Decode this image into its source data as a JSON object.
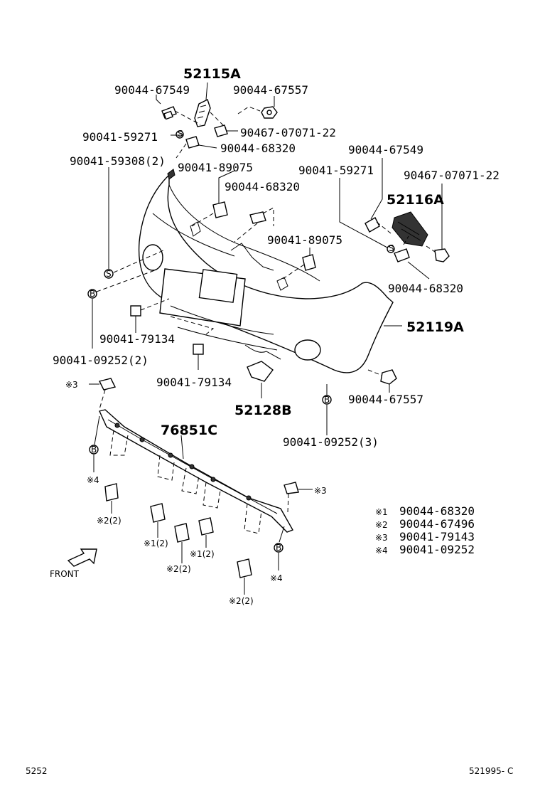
{
  "part_labels": {
    "p52115A": "52115A",
    "p9004467549_a": "90044-67549",
    "p9004467557_a": "90044-67557",
    "p9004159271_a": "90041-59271",
    "p9046707071_a": "90467-07071-22",
    "p9004468320_a": "90044-68320",
    "p9004159308": "90041-59308(2)",
    "p9004189075_a": "90041-89075",
    "p9004468320_b": "90044-68320",
    "p9004467549_b": "90044-67549",
    "p9004159271_b": "90041-59271",
    "p9046707071_b": "90467-07071-22",
    "p52116A": "52116A",
    "p9004189075_b": "90041-89075",
    "p9004468320_c": "90044-68320",
    "p52119A": "52119A",
    "p9004179134_a": "90041-79134",
    "p9004109252_a": "90041-09252(2)",
    "p9004179134_b": "90041-79134",
    "p9004467557_b": "90044-67557",
    "p52128B": "52128B",
    "p9004109252_b": "90041-09252(3)",
    "p76851C": "76851C"
  },
  "small_labels": {
    "x3_left": "※3",
    "x3_right": "※3",
    "x4_left": "※4",
    "x4_right": "※4",
    "x2_2_a": "※2(2)",
    "x1_2_a": "※1(2)",
    "x2_2_b": "※2(2)",
    "x1_2_b": "※1(2)",
    "x2_2_c": "※2(2)",
    "front": "FRONT"
  },
  "legend": [
    {
      "mark": "※1",
      "part": "90044-68320"
    },
    {
      "mark": "※2",
      "part": "90044-67496"
    },
    {
      "mark": "※3",
      "part": "90041-79143"
    },
    {
      "mark": "※4",
      "part": "90041-09252"
    }
  ],
  "callout_marks": {
    "S": "S",
    "B": "B"
  },
  "footer": {
    "left": "5252",
    "right": "521995- C"
  },
  "icons": [
    "front-arrow-icon",
    "clip-icon",
    "bolt-icon",
    "nut-icon",
    "screw-icon",
    "retainer-icon"
  ]
}
